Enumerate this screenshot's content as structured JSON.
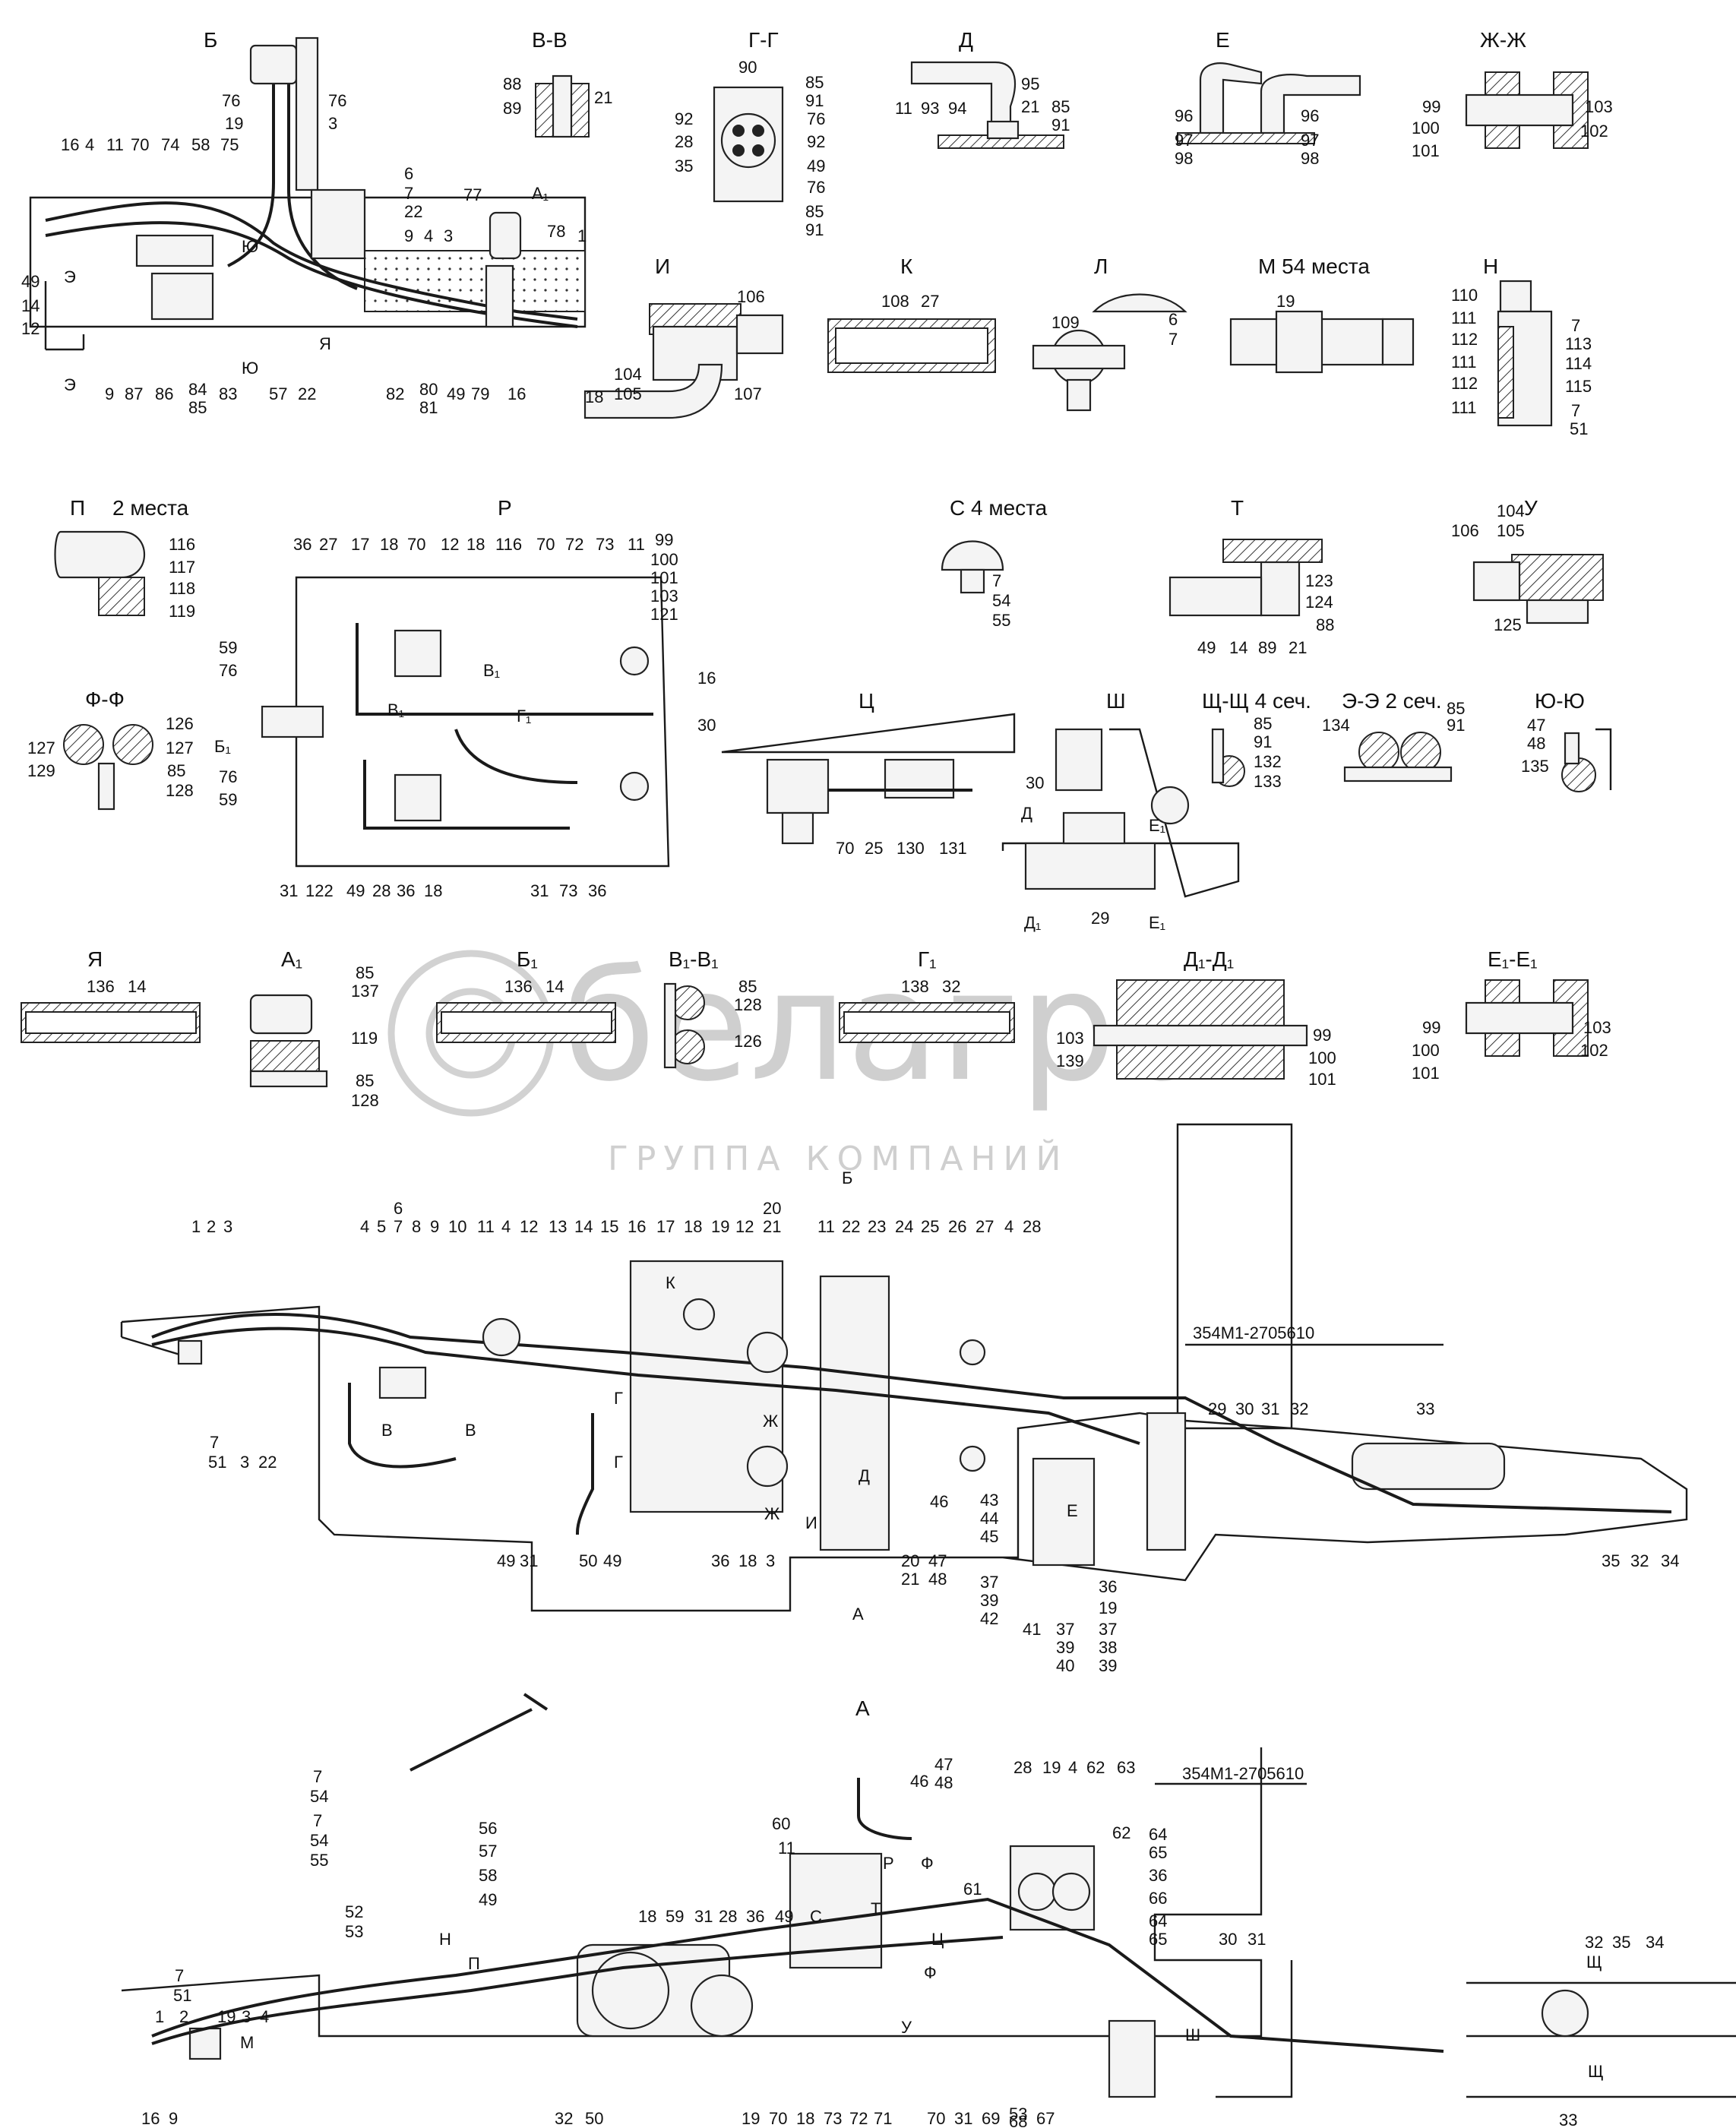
{
  "watermark": {
    "brand": "белагро",
    "tagline": "ГРУППА КОМПАНИЙ"
  },
  "views": {
    "B": "Б",
    "VV": "В-В",
    "GG": "Г-Г",
    "D": "Д",
    "E": "Е",
    "ZhZh": "Ж-Ж",
    "I": "И",
    "K": "К",
    "L": "Л",
    "M": "М 54 места",
    "N": "Н",
    "P": "П",
    "P_count": "2 места",
    "R": "Р",
    "S": "С 4 места",
    "T": "Т",
    "U": "У",
    "FF": "Ф-Ф",
    "Ts": "Ц",
    "Sh": "Ш",
    "ShchShch": "Щ-Щ 4 сеч.",
    "EE": "Э-Э 2 сеч.",
    "YuYu": "Ю-Ю",
    "Ya": "Я",
    "A1": "А₁",
    "B1": "Б₁",
    "V1V1": "В₁-В₁",
    "G1": "Г₁",
    "D1D1": "Д₁-Д₁",
    "E1E1": "Е₁-Е₁",
    "A": "А"
  },
  "refs": {
    "A_arrow": "А",
    "B_arrow": "Б",
    "E_cut": "Э",
    "Yu_cut": "Ю",
    "Ya_cut": "Я",
    "D_cut": "Д",
    "D1": "Д₁",
    "E1": "Е₁",
    "V1": "В₁",
    "G1": "Г₁",
    "B1": "Б₁",
    "V": "В",
    "G": "Г",
    "Zh": "Ж",
    "I": "И",
    "K": "К",
    "E": "Е",
    "N": "Н",
    "P": "П",
    "M": "М",
    "R": "Р",
    "T": "Т",
    "S": "С",
    "F": "Ф",
    "Ts": "Ц",
    "U": "У",
    "Sh": "Ш",
    "Shch": "Щ"
  },
  "part_numbers": {
    "main": "354М1-2705610",
    "lower": "354М1-2705610"
  },
  "callouts_B": [
    "16",
    "4",
    "11",
    "70",
    "74",
    "58",
    "75",
    "76",
    "76",
    "19",
    "3",
    "6",
    "7",
    "22",
    "9",
    "4",
    "3",
    "77",
    "78",
    "1",
    "49",
    "14",
    "12",
    "9",
    "87",
    "86",
    "84",
    "85",
    "83",
    "57",
    "22",
    "82",
    "80",
    "81",
    "49",
    "79",
    "16"
  ],
  "callouts_top_row": [
    "88",
    "89",
    "21",
    "90",
    "85",
    "91",
    "92",
    "28",
    "35",
    "76",
    "92",
    "49",
    "76",
    "85",
    "91",
    "11",
    "93",
    "94",
    "95",
    "21",
    "85",
    "91",
    "96",
    "97",
    "98",
    "96",
    "97",
    "98",
    "99",
    "100",
    "101",
    "103",
    "102"
  ],
  "callouts_row2": [
    "106",
    "104",
    "105",
    "107",
    "18",
    "108",
    "27",
    "109",
    "6",
    "7",
    "19",
    "110",
    "111",
    "112",
    "111",
    "112",
    "111",
    "7",
    "113",
    "114",
    "115",
    "7",
    "51"
  ],
  "callouts_row3": [
    "116",
    "117",
    "118",
    "119",
    "7",
    "54",
    "55",
    "104",
    "105",
    "106",
    "125",
    "123",
    "124",
    "88",
    "49",
    "14",
    "89",
    "21",
    "99",
    "100",
    "101",
    "103",
    "121"
  ],
  "callouts_R": [
    "36",
    "27",
    "17",
    "18",
    "70",
    "12",
    "18",
    "116",
    "70",
    "72",
    "73",
    "11",
    "59",
    "76",
    "16",
    "30",
    "76",
    "59",
    "31",
    "122",
    "49",
    "28",
    "36",
    "18",
    "31",
    "73",
    "36"
  ],
  "callouts_FF": [
    "126",
    "127",
    "127",
    "129",
    "85",
    "128"
  ],
  "callouts_row4": [
    "70",
    "25",
    "130",
    "131",
    "30",
    "29",
    "85",
    "91",
    "132",
    "133",
    "134",
    "85",
    "91",
    "47",
    "48",
    "135"
  ],
  "callouts_row5": [
    "136",
    "14",
    "85",
    "137",
    "119",
    "85",
    "128",
    "136",
    "14",
    "85",
    "128",
    "126",
    "138",
    "32",
    "103",
    "139",
    "99",
    "100",
    "101",
    "99",
    "100",
    "101",
    "103",
    "102"
  ],
  "callouts_main": [
    "1",
    "2",
    "3",
    "4",
    "5",
    "6",
    "7",
    "8",
    "9",
    "10",
    "11",
    "4",
    "12",
    "13",
    "14",
    "15",
    "16",
    "17",
    "18",
    "19",
    "12",
    "20",
    "21",
    "11",
    "22",
    "23",
    "24",
    "25",
    "26",
    "27",
    "4",
    "28",
    "7",
    "51",
    "3",
    "22",
    "49",
    "31",
    "50",
    "49",
    "36",
    "18",
    "3",
    "20",
    "21",
    "47",
    "48",
    "46",
    "29",
    "30",
    "31",
    "32",
    "33",
    "43",
    "44",
    "45",
    "37",
    "39",
    "42",
    "41",
    "37",
    "39",
    "40",
    "37",
    "38",
    "39",
    "36",
    "19",
    "35",
    "32",
    "34"
  ],
  "callouts_A": [
    "7",
    "54",
    "7",
    "54",
    "55",
    "56",
    "57",
    "58",
    "49",
    "52",
    "53",
    "7",
    "51",
    "1",
    "2",
    "19",
    "3",
    "4",
    "16",
    "9",
    "18",
    "59",
    "31",
    "28",
    "36",
    "49",
    "60",
    "11",
    "47",
    "48",
    "46",
    "28",
    "19",
    "4",
    "62",
    "63",
    "61",
    "62",
    "64",
    "65",
    "36",
    "66",
    "64",
    "65",
    "30",
    "31",
    "32",
    "50",
    "19",
    "70",
    "18",
    "73",
    "72",
    "71",
    "70",
    "31",
    "69",
    "53",
    "68",
    "67",
    "32",
    "35",
    "34",
    "33"
  ]
}
